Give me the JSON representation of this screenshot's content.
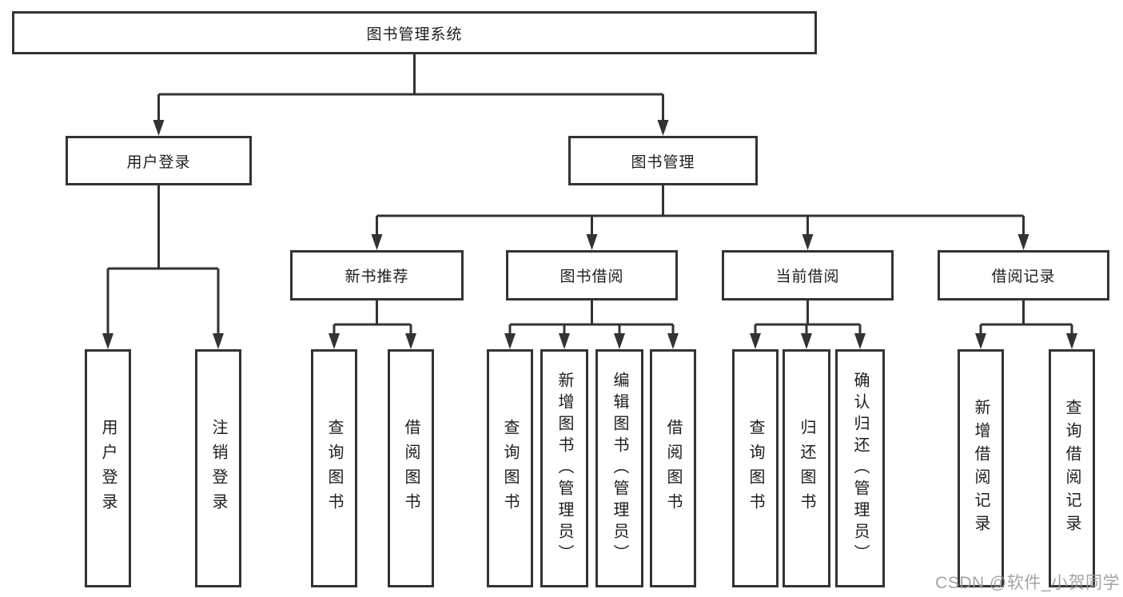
{
  "diagram": {
    "root": {
      "label": "图书管理系统"
    },
    "level2": [
      {
        "label": "用户登录",
        "children": [
          {
            "label": "用户登录"
          },
          {
            "label": "注销登录"
          }
        ]
      },
      {
        "label": "图书管理",
        "children": [
          {
            "label": "新书推荐",
            "children": [
              {
                "label": "查询图书"
              },
              {
                "label": "借阅图书"
              }
            ]
          },
          {
            "label": "图书借阅",
            "children": [
              {
                "label": "查询图书"
              },
              {
                "label": "新增图书（管理员）"
              },
              {
                "label": "编辑图书（管理员）"
              },
              {
                "label": "借阅图书"
              }
            ]
          },
          {
            "label": "当前借阅",
            "children": [
              {
                "label": "查询图书"
              },
              {
                "label": "归还图书"
              },
              {
                "label": "确认归还（管理员）"
              }
            ]
          },
          {
            "label": "借阅记录",
            "children": [
              {
                "label": "新增借阅记录"
              },
              {
                "label": "查询借阅记录"
              }
            ]
          }
        ]
      }
    ]
  },
  "watermark": {
    "text": "CSDN @软件_小贺同学"
  },
  "colors": {
    "line": "#333333",
    "text": "#1d1d1f",
    "background": "#ffffff",
    "watermark": "#9b9b9b"
  }
}
